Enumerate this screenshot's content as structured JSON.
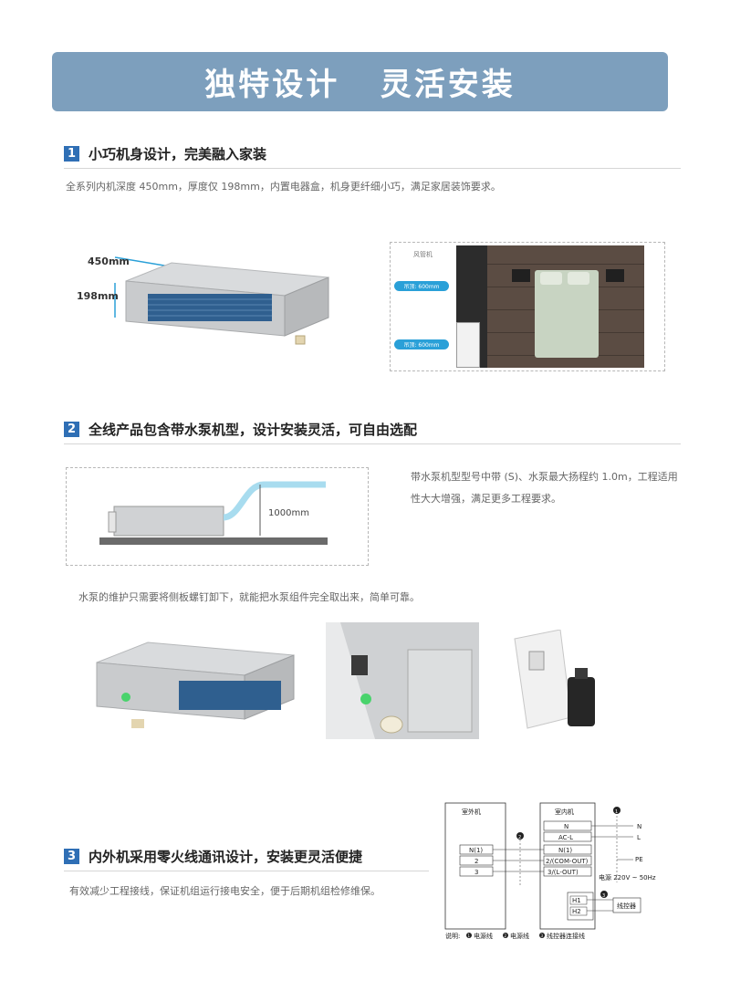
{
  "banner": {
    "title": "独特设计   灵活安装"
  },
  "sections": [
    {
      "number": "1",
      "title": "小巧机身设计，完美融入家装",
      "description": "全系列内机深度 450mm，厚度仅 198mm，内置电器盒，机身更纤细小巧，满足家居装饰要求。",
      "dim_depth": "450mm",
      "dim_height": "198mm",
      "plan_label": "风管机",
      "tag_top": "吊顶: 600mm",
      "tag_bottom": "吊顶: 600mm"
    },
    {
      "number": "2",
      "title": "全线产品包含带水泵机型，设计安装灵活，可自由选配",
      "lift_label": "1000mm",
      "description": "带水泵机型型号中带 (S)、水泵最大扬程约 1.0m，工程适用性大大增强，满足更多工程要求。",
      "maintenance_note": "水泵的维护只需要将侧板螺钉卸下，就能把水泵组件完全取出来，简单可靠。"
    },
    {
      "number": "3",
      "title": "内外机采用零火线通讯设计，安装更灵活便捷",
      "description": "有效减少工程接线，保证机组运行接电安全，便于后期机组检修维保。"
    }
  ],
  "wiring": {
    "outdoor_title": "室外机",
    "indoor_title": "室内机",
    "outdoor_terminals": [
      "N(1)",
      "2",
      "3"
    ],
    "indoor_terminals": [
      "N",
      "AC-L",
      "N(1)",
      "2/(COM-OUT)",
      "3/(L-OUT)"
    ],
    "right_labels": [
      "N",
      "L",
      "PE"
    ],
    "power_label": "电源 220V ~ 50Hz",
    "h_terminals": [
      "H1",
      "H2"
    ],
    "controller_label": "线控器",
    "marker_1": "1",
    "marker_2": "2",
    "marker_3": "3",
    "legend_prefix": "说明:",
    "legend_items": [
      "电源线",
      "电源线",
      "线控器连接线"
    ]
  }
}
